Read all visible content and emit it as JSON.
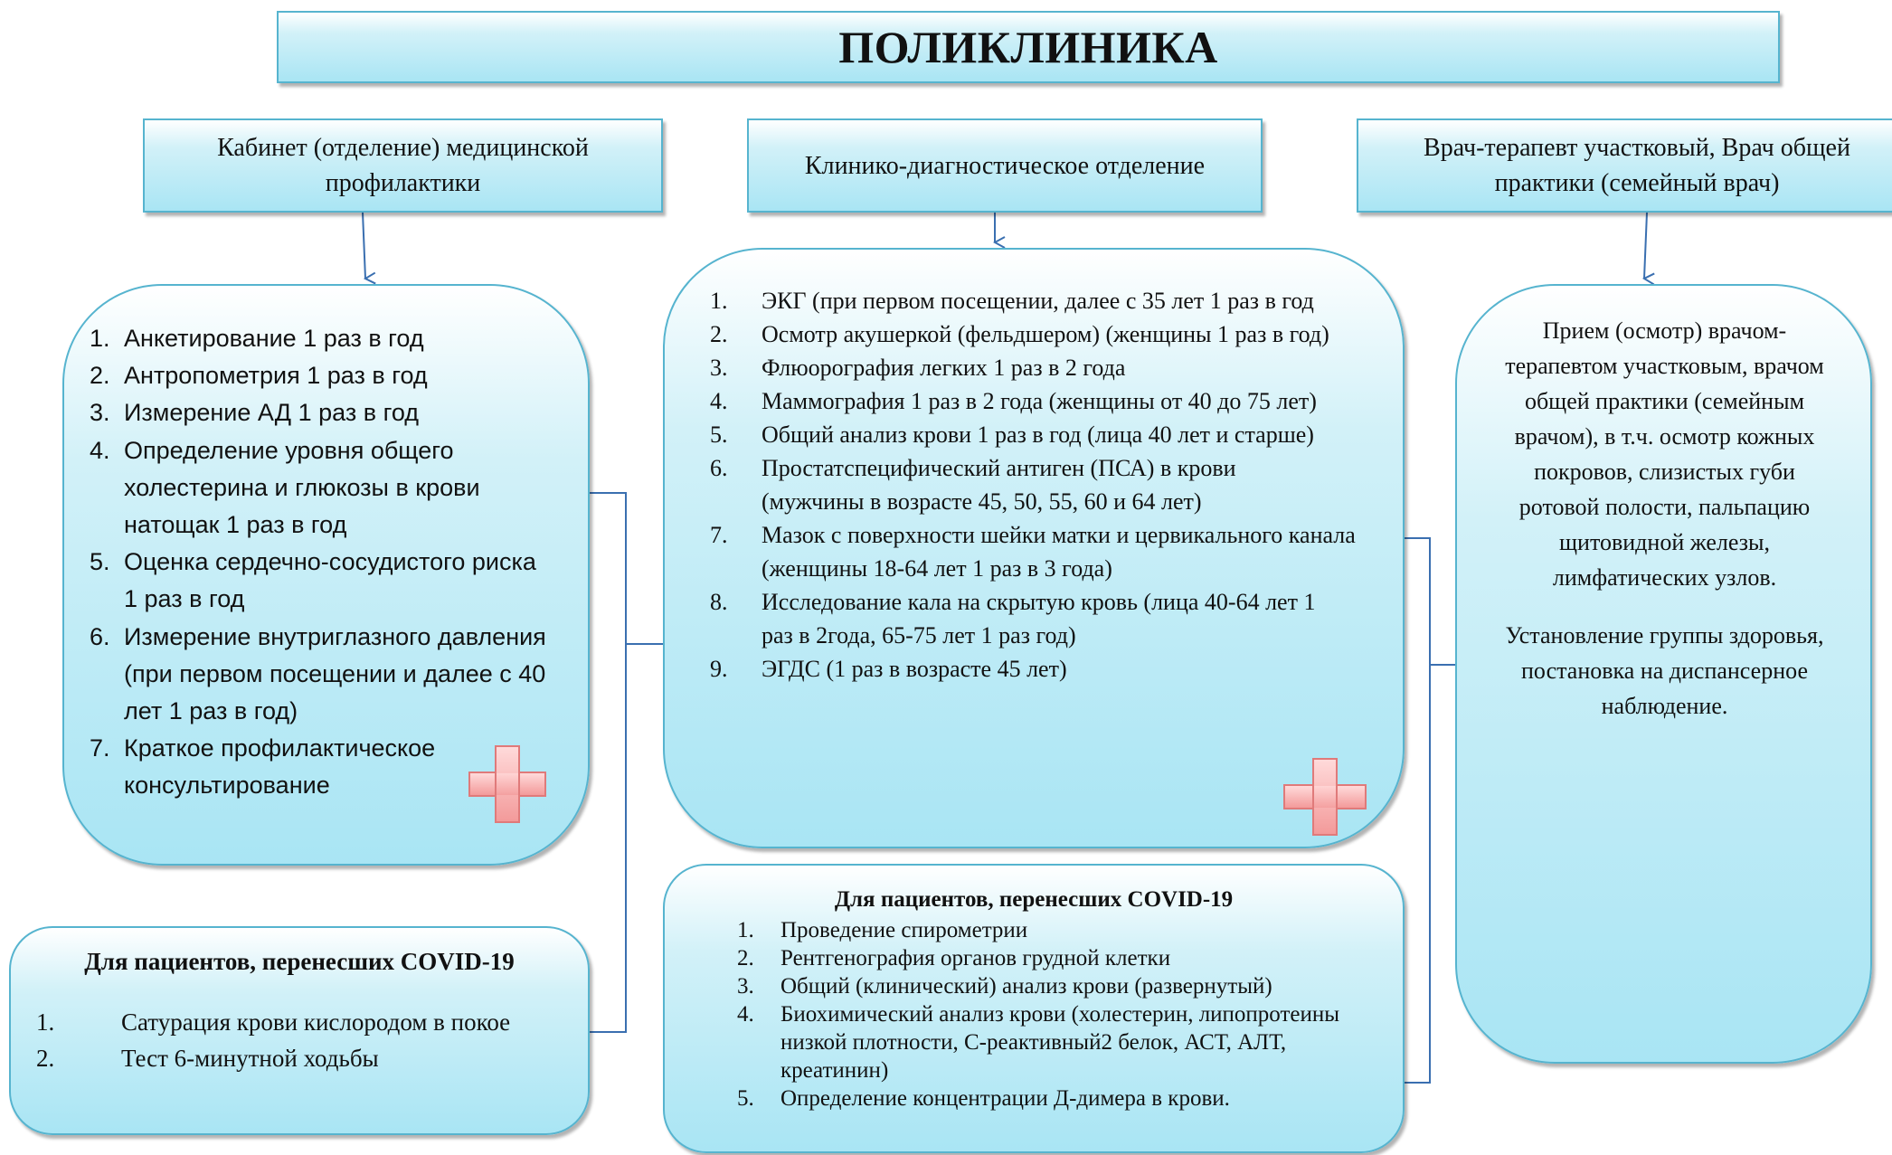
{
  "title": "ПОЛИКЛИНИКА",
  "headers": {
    "left": "Кабинет (отделение) медицинской профилактики",
    "center": "Клинико-диагностическое отделение",
    "right": "Врач-терапевт участковый, Врач общей практики (семейный врач)"
  },
  "left_list": [
    {
      "n": "1.",
      "text": "Анкетирование 1 раз в год"
    },
    {
      "n": "2.",
      "text": "Антропометрия 1 раз в год"
    },
    {
      "n": "3.",
      "text": "Измерение АД 1 раз в год"
    },
    {
      "n": "4.",
      "text": "Определение уровня общего холестерина и глюкозы в крови натощак 1 раз в год"
    },
    {
      "n": "5.",
      "text": "Оценка сердечно-сосудистого риска 1 раз в год"
    },
    {
      "n": "6.",
      "text": "Измерение внутриглазного давления (при первом посещении и далее с 40 лет 1 раз в год)"
    },
    {
      "n": "7.",
      "text": "Краткое профилактическое консультирование"
    }
  ],
  "center_list": [
    {
      "n": "1.",
      "text": "ЭКГ (при первом посещении, далее с 35 лет 1 раз в год"
    },
    {
      "n": "2.",
      "text": "Осмотр акушеркой (фельдшером) (женщины 1 раз в год)"
    },
    {
      "n": "3.",
      "text": "Флюорография легких 1 раз в 2 года"
    },
    {
      "n": "4.",
      "text": "Маммография 1 раз в 2 года (женщины от 40 до 75 лет)"
    },
    {
      "n": "5.",
      "text": "Общий анализ крови 1 раз в год (лица 40 лет и старше)"
    },
    {
      "n": "6.",
      "text": "Простатспецифический антиген (ПСА) в крови (мужчины в возрасте 45, 50, 55, 60 и 64 лет)"
    },
    {
      "n": "7.",
      "text": "Мазок с поверхности шейки матки и цервикального канала (женщины 18-64 лет 1 раз в 3 года)"
    },
    {
      "n": "8.",
      "text": "Исследование кала на скрытую кровь (лица 40-64 лет 1 раз в 2года, 65-75 лет 1 раз год)"
    },
    {
      "n": "9.",
      "text": "ЭГДС (1 раз в возрасте 45 лет)"
    }
  ],
  "right_text": {
    "p1": "Прием (осмотр) врачом-терапевтом участковым, врачом общей практики (семейным врачом), в т.ч. осмотр кожных покровов, слизистых губи ротовой полости, пальпацию щитовидной железы, лимфатических узлов.",
    "p2": "Установление группы здоровья, постановка на диспансерное наблюдение."
  },
  "covid_left": {
    "title": "Для пациентов, перенесших COVID-19",
    "items": [
      {
        "n": "1.",
        "text": "Сатурация крови кислородом в покое"
      },
      {
        "n": "2.",
        "text": "Тест 6-минутной ходьбы"
      }
    ]
  },
  "covid_center": {
    "title": "Для пациентов, перенесших COVID-19",
    "items": [
      {
        "n": "1.",
        "text": "Проведение спирометрии"
      },
      {
        "n": "2.",
        "text": "Рентгенография органов грудной клетки"
      },
      {
        "n": "3.",
        "text": "Общий (клинический) анализ крови (развернутый)"
      },
      {
        "n": "4.",
        "text": "Биохимический анализ крови (холестерин, липопротеины низкой плотности, С-реактивный2 белок, АСТ, АЛТ, креатинин)"
      },
      {
        "n": "5.",
        "text": "Определение концентрации Д-димера в крови."
      }
    ]
  },
  "colors": {
    "box_border": "#56b4cf",
    "box_fill_bottom": "#a9e5f4",
    "connector": "#3a6fb0",
    "red_cross": "#f39a9a"
  },
  "icons": [
    "red-cross-icon",
    "arrow-down-icon"
  ]
}
